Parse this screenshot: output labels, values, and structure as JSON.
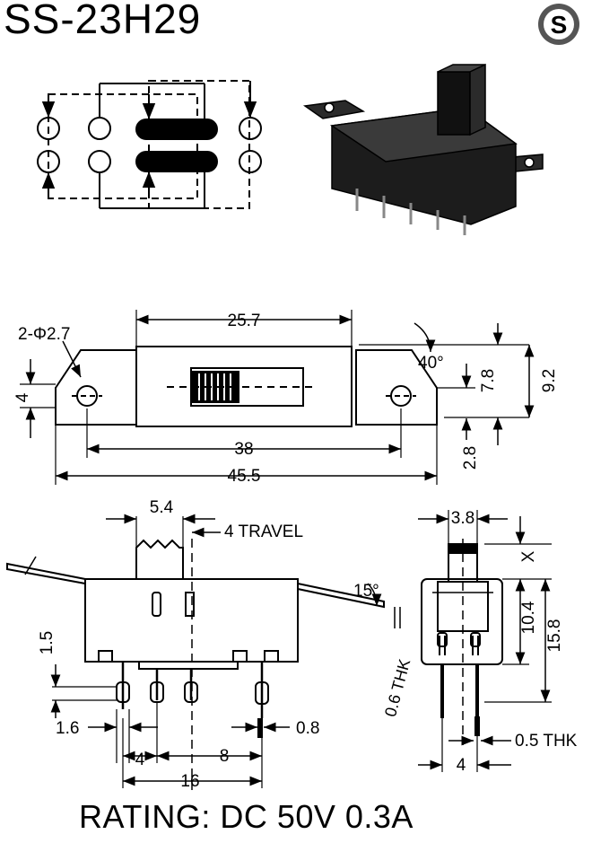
{
  "header": {
    "part_number": "SS-23H29",
    "logo_letter": "S"
  },
  "footer": {
    "rating": "RATING: DC 50V 0.3A"
  },
  "top_view": {
    "hole_label": "2-Φ2.7",
    "length": "25.7",
    "angle": "40°",
    "dim_4": "4",
    "dim_7_8": "7.8",
    "dim_9_2": "9.2",
    "dim_2_8": "2.8",
    "hole_pitch": "38",
    "overall_length": "45.5"
  },
  "side_view": {
    "knob_width": "5.4",
    "travel": "4 TRAVEL",
    "lug_angle": "15°",
    "plate_thickness": "0.6 THK",
    "dim_1_5": "1.5",
    "dim_1_6": "1.6",
    "pin_width": "0.8",
    "dim_4": "4",
    "pin_pitch": "8",
    "pin_span": "16"
  },
  "end_view": {
    "knob_width": "3.8",
    "knob_height": "X",
    "body_height": "10.4",
    "total_height": "15.8",
    "pin_thickness": "0.5 THK",
    "pin_offset": "4"
  }
}
